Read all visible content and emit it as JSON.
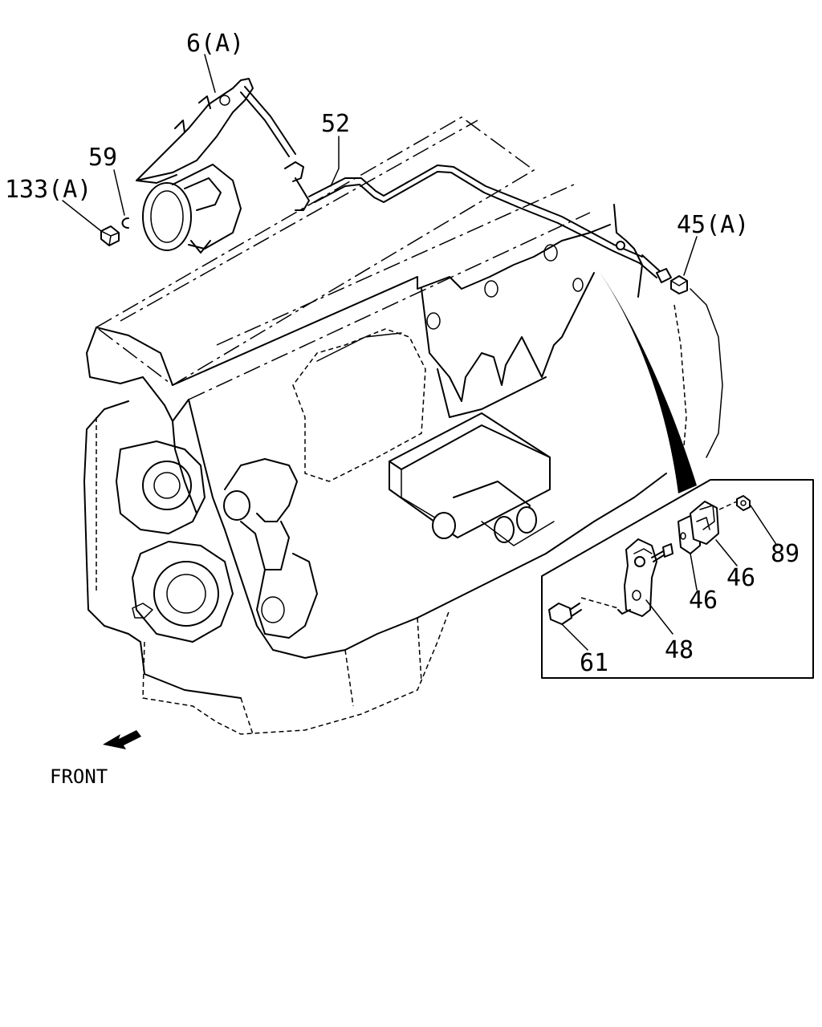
{
  "callouts": {
    "p6a": "6(A)",
    "p52": "52",
    "p59": "59",
    "p133a": "133(A)",
    "p45a": "45(A)",
    "p89": "89",
    "p46_upper": "46",
    "p46_lower": "46",
    "p48": "48",
    "p61": "61"
  },
  "orientation": {
    "front_label": "FRONT"
  }
}
